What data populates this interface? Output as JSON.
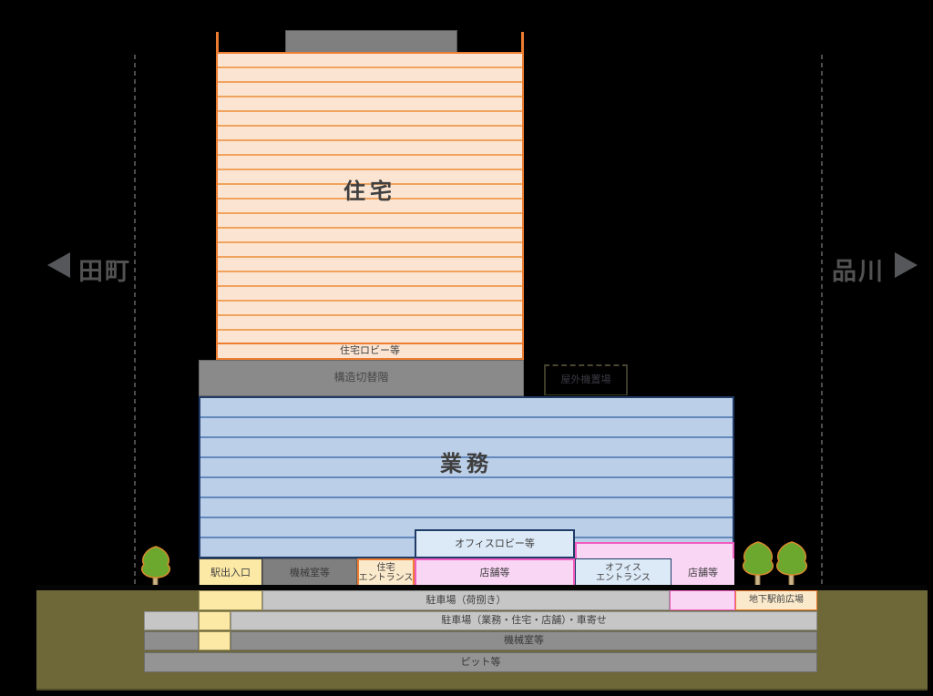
{
  "directions": {
    "left": "田町",
    "right": "品川"
  },
  "building": {
    "residential": {
      "label": "住宅",
      "lobby": "住宅ロビー等"
    },
    "transfer_floor": "構造切替階",
    "rooftop_equipment": "屋外機置場",
    "office": {
      "label": "業務",
      "lobby": "オフィスロビー等"
    }
  },
  "ground_floor": {
    "station_exit": "駅出入口",
    "machine_room": "機械室等",
    "residential_entrance": {
      "line1": "住宅",
      "line2": "エントランス"
    },
    "shops_left": "店舗等",
    "office_entrance": {
      "line1": "オフィス",
      "line2": "エントランス"
    },
    "shops_right": "店舗等",
    "underground_plaza": "地下駅前広場"
  },
  "basement": {
    "b1_parking": "駐車場（荷捌き）",
    "b2_parking": "駐車場（業務・住宅・店舗）・車寄せ",
    "b3_machine_room": "機械室等",
    "b4_pit": "ピット等"
  },
  "colors": {
    "background": "#000000",
    "residential_fill": "#FBE5D2",
    "residential_border": "#ED7D31",
    "office_fill": "#BCCFE8",
    "office_border": "#1F3B66",
    "retail_fill": "#FAD6F5",
    "retail_border": "#F25CC1",
    "cream_fill": "#FCE9A5",
    "gray_band": "#8A8A8A",
    "parking_gray": "#C6C6C6",
    "soil": "#6E6838"
  }
}
